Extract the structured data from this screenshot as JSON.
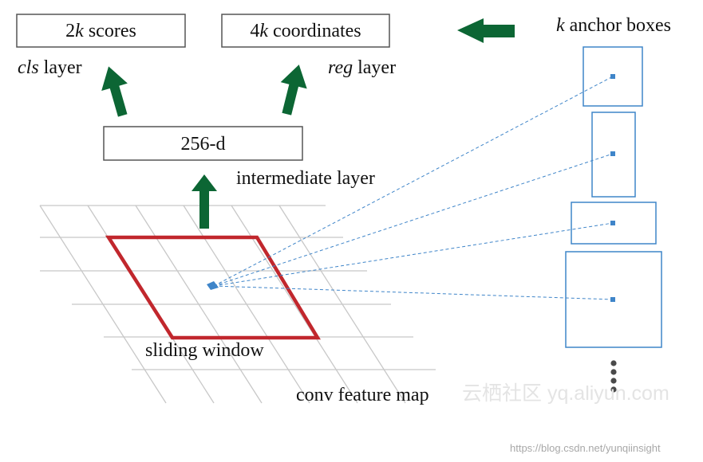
{
  "boxes": {
    "scores": {
      "prefix": "2",
      "var": "k",
      "suffix": " scores"
    },
    "coords": {
      "prefix": "4",
      "var": "k",
      "suffix": " coordinates"
    },
    "feature": {
      "text": "256-d"
    }
  },
  "labels": {
    "cls_var": "cls",
    "cls_rest": " layer",
    "reg_var": "reg",
    "reg_rest": " layer",
    "intermediate": "intermediate layer",
    "anchor_var": "k",
    "anchor_rest": " anchor boxes",
    "sliding": "sliding window",
    "conv": "conv feature map"
  },
  "watermark": {
    "brand": "云栖社区 yq.aliyun.com",
    "url": "https://blog.csdn.net/yunqiinsight"
  },
  "colors": {
    "arrow_green": "#0c6634",
    "sliding_window_red": "#c1272d",
    "anchor_blue": "#3f85c9",
    "grid_gray": "#c8c8c8"
  }
}
